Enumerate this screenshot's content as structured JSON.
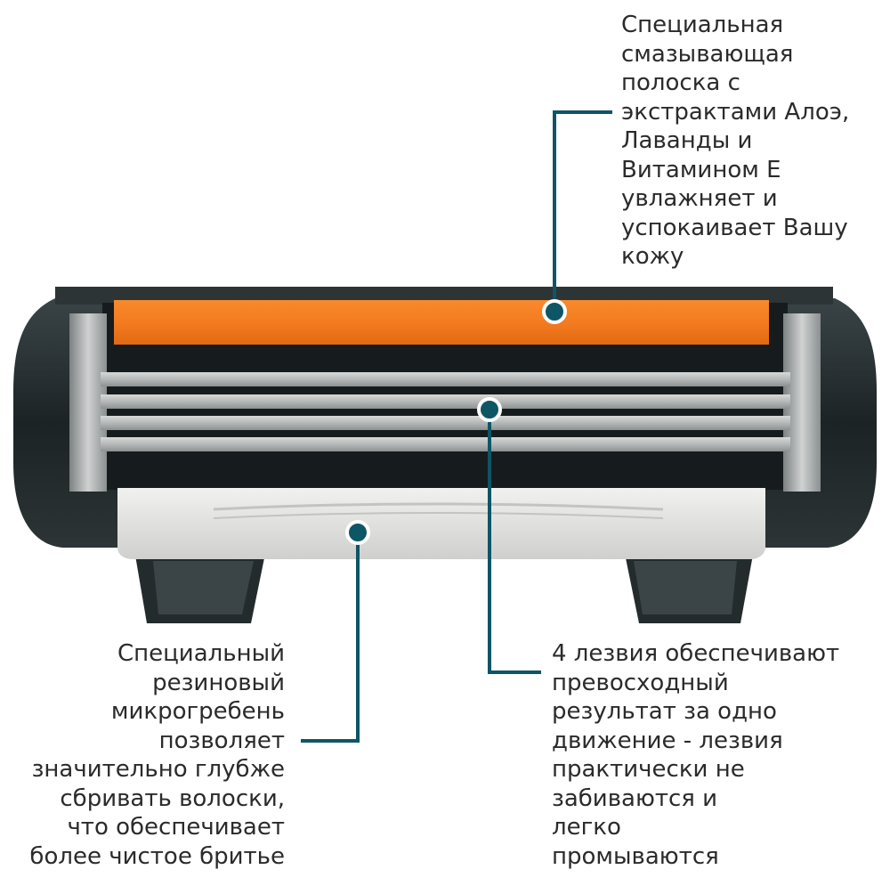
{
  "annotations": {
    "lubricating_strip": {
      "lines": [
        "Специальная",
        "смазывающая",
        "полоска с",
        "экстрактами Алоэ,",
        "Лаванды и",
        "Витамином Е",
        "увлажняет и",
        "успокаивает Вашу",
        "кожу"
      ]
    },
    "rubber_comb": {
      "lines": [
        "Специальный",
        "резиновый",
        "микрогребень",
        "позволяет",
        "значительно глубже",
        "сбривать волоски,",
        "что обеспечивает",
        "более чистое бритье"
      ]
    },
    "blades": {
      "lines": [
        "4 лезвия обеспечивают",
        "превосходный",
        "результат за одно",
        "движение - лезвия",
        "практически не",
        "забиваются и",
        "легко",
        "промываются"
      ]
    }
  },
  "colors": {
    "strip_orange": "#f47b20",
    "callout_teal": "#0e5566",
    "housing_dark": "#1f2628",
    "blade_gray": "#b9bcbc",
    "guard_light": "#e3e3e1",
    "text": "#2b2b2b"
  }
}
